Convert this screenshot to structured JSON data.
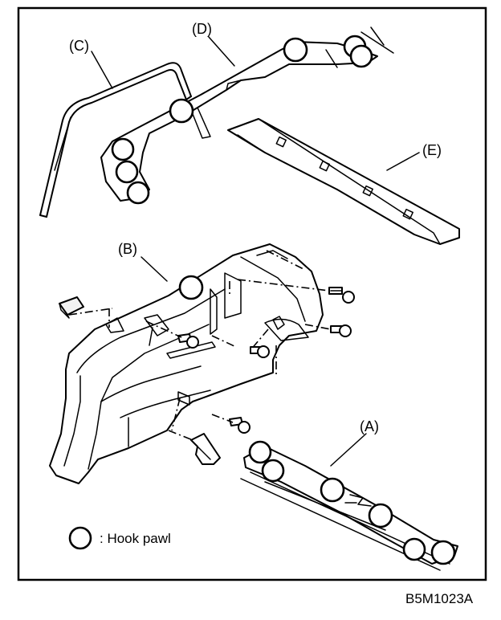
{
  "labels": {
    "A": "(A)",
    "B": "(B)",
    "C": "(C)",
    "D": "(D)",
    "E": "(E)"
  },
  "legend": {
    "text": ": Hook pawl"
  },
  "figure_code": "B5M1023A"
}
